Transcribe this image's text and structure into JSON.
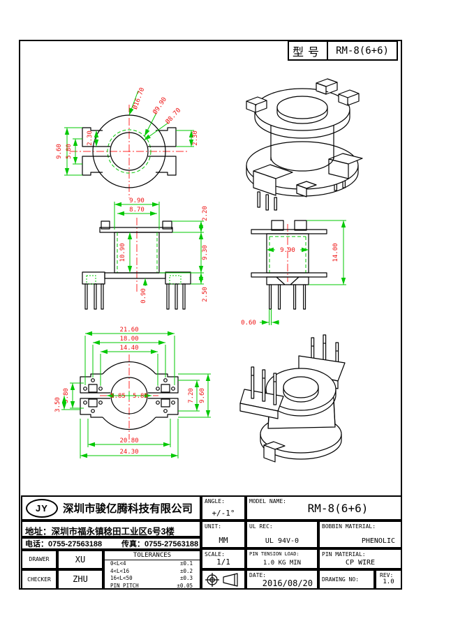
{
  "model_box": {
    "label": "型号",
    "value": "RM-8(6+6)"
  },
  "dims": {
    "top": {
      "dia_outer": "Ø16.70",
      "dia_mid": "Ø9.90",
      "dia_inner": "Ø8.70",
      "notch_left": "2.30",
      "notch_right": "2.30",
      "flange_h": "9.60",
      "slot_h": "5.80"
    },
    "front": {
      "w1": "9.90",
      "w2": "8.70",
      "t_top": "2.20",
      "h_body": "10.90",
      "h_win": "9.30",
      "t_base": "0.90",
      "pin": "2.50"
    },
    "side": {
      "w": "9.90",
      "h": "14.00",
      "pin_d": "0.60"
    },
    "bottom": {
      "w1": "21.60",
      "w2": "18.00",
      "w3": "14.40",
      "left1": "5.80",
      "left2": "3.50",
      "c1": "5.85",
      "c2": "5.85",
      "r1": "7.20",
      "r2": "9.60",
      "b1": "20.80",
      "b2": "24.30"
    }
  },
  "company": {
    "logo": "JY",
    "name": "深圳市骏亿腾科技有限公司",
    "address": "地址：深圳市福永镇稔田工业区6号3楼",
    "tel": "电话：0755-27563188",
    "fax": "传真：0755-27563188"
  },
  "people": {
    "drawer_label": "DRAWER",
    "drawer": "XU",
    "checker_label": "CHECKER",
    "checker": "ZHU"
  },
  "tolerances": {
    "title": "TOLERANCES",
    "rows": [
      {
        "range": "0<L<4",
        "tol": "±0.1"
      },
      {
        "range": "4<L<16",
        "tol": "±0.2"
      },
      {
        "range": "16<L<50",
        "tol": "±0.3"
      },
      {
        "range": "PIN PITCH",
        "tol": "±0.05"
      }
    ]
  },
  "spec": {
    "angle_label": "ANGLE:",
    "angle": "+/-1°",
    "model_label": "MODEL NAME:",
    "model": "RM-8(6+6)",
    "unit_label": "UNIT:",
    "unit": "MM",
    "ul_label": "UL REC:",
    "ul": "UL 94V-0",
    "bobbin_label": "BOBBIN MATERIAL:",
    "bobbin": "PHENOLIC",
    "scale_label": "SCALE:",
    "scale": "1/1",
    "tension_label": "PIN TENSION LOAD:",
    "tension": "1.0 KG MIN",
    "pinmat_label": "PIN MATERIAL:",
    "pinmat": "CP WIRE",
    "date_label": "DATE:",
    "date": "2016/08/20",
    "drawing_label": "DRAWING NO:",
    "rev_label": "REV:",
    "rev": "1.0"
  },
  "colors": {
    "dim_line": "#00c800",
    "dim_text": "#ee1010",
    "outline": "#000000",
    "centerline": "#ff2a2a"
  }
}
